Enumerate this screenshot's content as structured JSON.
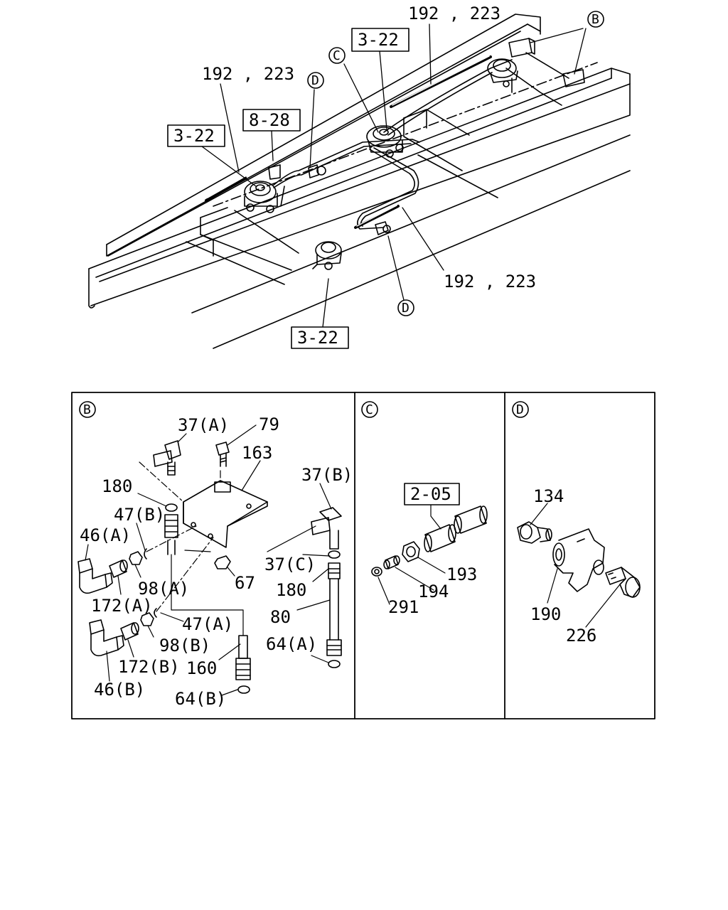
{
  "top_view": {
    "callouts": {
      "top_right_ref": "192 , 223",
      "left_ref": "192 , 223",
      "right_ref": "192 , 223"
    },
    "boxes": {
      "upper_center": "3-22",
      "left": "3-22",
      "upper_left": "8-28",
      "bottom": "3-22"
    },
    "circles": {
      "b": "B",
      "c": "C",
      "d_top": "D",
      "d_bottom": "D"
    }
  },
  "panel_b": {
    "letter": "B",
    "labels": {
      "p37a": "37(A)",
      "p79": "79",
      "p163": "163",
      "p37b": "37(B)",
      "p180a": "180",
      "p47b": "47(B)",
      "p46a": "46(A)",
      "p172a": "172(A)",
      "p98a": "98(A)",
      "p67": "67",
      "p37c": "37(C)",
      "p180b": "180",
      "p80": "80",
      "p47a": "47(A)",
      "p98b": "98(B)",
      "p172b": "172(B)",
      "p46b": "46(B)",
      "p160": "160",
      "p64a": "64(A)",
      "p64b": "64(B)"
    }
  },
  "panel_c": {
    "letter": "C",
    "box": "2-05",
    "labels": {
      "p193": "193",
      "p194": "194",
      "p291": "291"
    }
  },
  "panel_d": {
    "letter": "D",
    "labels": {
      "p134": "134",
      "p190": "190",
      "p226": "226"
    }
  }
}
